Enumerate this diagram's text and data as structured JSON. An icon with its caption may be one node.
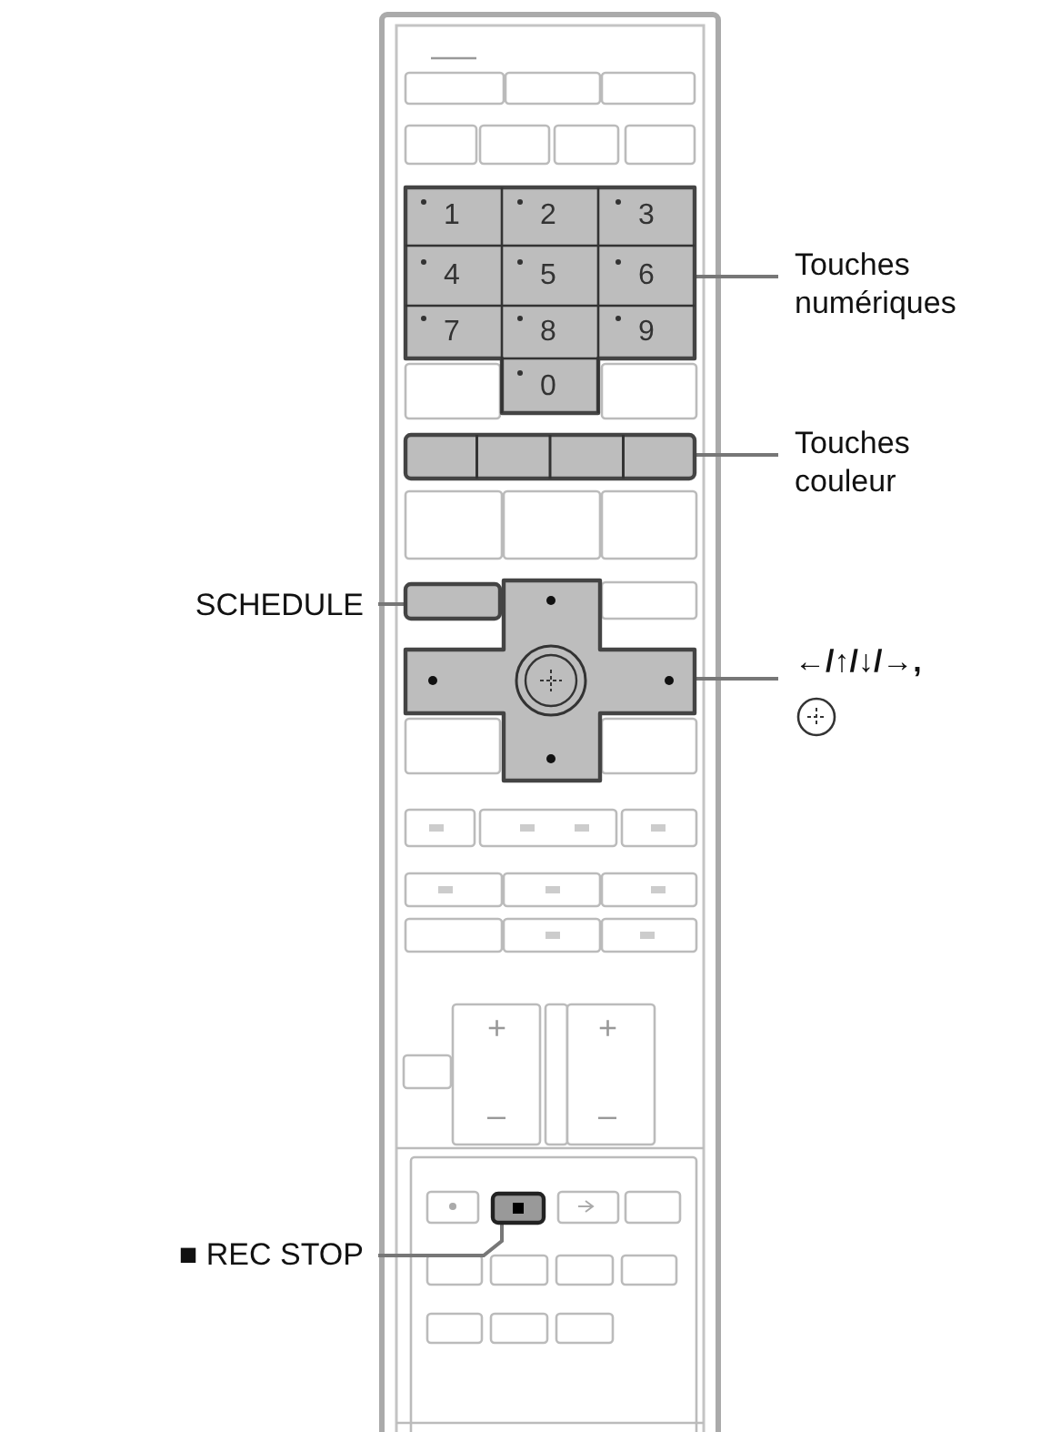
{
  "diagram": {
    "nodes": [
      {
        "text": [
          "Touches numériques"
        ]
      },
      {
        "text": [
          "1",
          "2",
          "3",
          "4",
          "5",
          "6",
          "7",
          "8",
          "9",
          "0"
        ]
      },
      {
        "text": [
          "Touches couleur"
        ]
      },
      {
        "text": [],
        "shape": "box"
      },
      {
        "text": [
          "←/↑/↓/→,"
        ]
      },
      {
        "text": [],
        "shape": "cross"
      },
      {
        "text": [
          "SCHEDULE"
        ]
      },
      {
        "text": [],
        "shape": "box"
      },
      {
        "text": [
          "■ REC STOP"
        ]
      },
      {
        "text": [],
        "shape": "box"
      }
    ],
    "edges": [
      {
        "from": 0,
        "to": 1,
        "arrow": "none"
      },
      {
        "from": 2,
        "to": 3,
        "arrow": "none"
      },
      {
        "from": 4,
        "to": 5,
        "arrow": "none"
      },
      {
        "from": 6,
        "to": 7,
        "arrow": "none"
      },
      {
        "from": 8,
        "to": 9,
        "arrow": "none"
      }
    ],
    "labels": [
      "+",
      "+",
      "–",
      "–"
    ]
  }
}
